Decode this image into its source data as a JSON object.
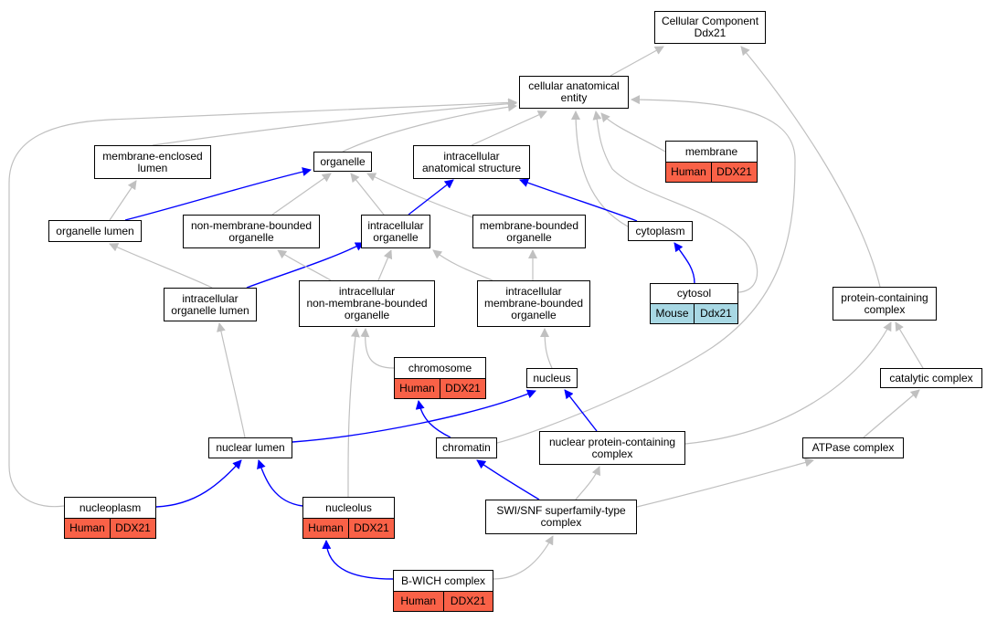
{
  "colors": {
    "gray_edge": "#c0c0c0",
    "blue_edge": "#0000ff",
    "human_bg": "#f96147",
    "mouse_bg": "#a8d8e4"
  },
  "nodes": {
    "root": {
      "label": "Cellular Component\nDdx21"
    },
    "cae": {
      "label": "cellular anatomical\nentity"
    },
    "mel": {
      "label": "membrane-enclosed\nlumen"
    },
    "organelle": {
      "label": "organelle"
    },
    "ias": {
      "label": "intracellular\nanatomical structure"
    },
    "membrane": {
      "label": "membrane",
      "tags": [
        "Human",
        "DDX21"
      ],
      "tag_color": "human"
    },
    "ol": {
      "label": "organelle lumen"
    },
    "nmbo": {
      "label": "non-membrane-bounded\norganelle"
    },
    "io": {
      "label": "intracellular\norganelle"
    },
    "mbo": {
      "label": "membrane-bounded\norganelle"
    },
    "cytoplasm": {
      "label": "cytoplasm"
    },
    "iol": {
      "label": "intracellular\norganelle lumen"
    },
    "inmbo": {
      "label": "intracellular\nnon-membrane-bounded\norganelle"
    },
    "imbo": {
      "label": "intracellular\nmembrane-bounded\norganelle"
    },
    "cytosol": {
      "label": "cytosol",
      "tags": [
        "Mouse",
        "Ddx21"
      ],
      "tag_color": "mouse"
    },
    "pcc": {
      "label": "protein-containing\ncomplex"
    },
    "chromosome": {
      "label": "chromosome",
      "tags": [
        "Human",
        "DDX21"
      ],
      "tag_color": "human"
    },
    "nucleus": {
      "label": "nucleus"
    },
    "catalytic": {
      "label": "catalytic complex"
    },
    "nl": {
      "label": "nuclear lumen"
    },
    "chromatin": {
      "label": "chromatin"
    },
    "npcc": {
      "label": "nuclear protein-containing\ncomplex"
    },
    "atpase": {
      "label": "ATPase complex"
    },
    "nucleoplasm": {
      "label": "nucleoplasm",
      "tags": [
        "Human",
        "DDX21"
      ],
      "tag_color": "human"
    },
    "nucleolus": {
      "label": "nucleolus",
      "tags": [
        "Human",
        "DDX21"
      ],
      "tag_color": "human"
    },
    "swisnf": {
      "label": "SWI/SNF superfamily-type\ncomplex"
    },
    "bwich": {
      "label": "B-WICH complex",
      "tags": [
        "Human",
        "DDX21"
      ],
      "tag_color": "human"
    }
  },
  "edges": [
    {
      "from": "cae",
      "to": "root",
      "color": "gray"
    },
    {
      "from": "pcc",
      "to": "root",
      "color": "gray"
    },
    {
      "from": "mel",
      "to": "cae",
      "color": "gray"
    },
    {
      "from": "organelle",
      "to": "cae",
      "color": "gray"
    },
    {
      "from": "ias",
      "to": "cae",
      "color": "gray"
    },
    {
      "from": "membrane",
      "to": "cae",
      "color": "gray"
    },
    {
      "from": "cytoplasm",
      "to": "cae",
      "color": "gray"
    },
    {
      "from": "cytosol",
      "to": "cae",
      "color": "gray"
    },
    {
      "from": "chromatin",
      "to": "cae",
      "color": "gray"
    },
    {
      "from": "nucleoplasm",
      "to": "cae",
      "color": "gray"
    },
    {
      "from": "ol",
      "to": "mel",
      "color": "gray"
    },
    {
      "from": "ol",
      "to": "organelle",
      "color": "blue"
    },
    {
      "from": "nmbo",
      "to": "organelle",
      "color": "gray"
    },
    {
      "from": "io",
      "to": "organelle",
      "color": "gray"
    },
    {
      "from": "mbo",
      "to": "organelle",
      "color": "gray"
    },
    {
      "from": "io",
      "to": "ias",
      "color": "blue"
    },
    {
      "from": "cytoplasm",
      "to": "ias",
      "color": "blue"
    },
    {
      "from": "iol",
      "to": "ol",
      "color": "gray"
    },
    {
      "from": "iol",
      "to": "io",
      "color": "blue"
    },
    {
      "from": "inmbo",
      "to": "nmbo",
      "color": "gray"
    },
    {
      "from": "inmbo",
      "to": "io",
      "color": "gray"
    },
    {
      "from": "imbo",
      "to": "io",
      "color": "gray"
    },
    {
      "from": "imbo",
      "to": "mbo",
      "color": "gray"
    },
    {
      "from": "cytosol",
      "to": "cytoplasm",
      "color": "blue"
    },
    {
      "from": "chromosome",
      "to": "inmbo",
      "color": "gray"
    },
    {
      "from": "nucleolus",
      "to": "inmbo",
      "color": "gray"
    },
    {
      "from": "nucleus",
      "to": "imbo",
      "color": "gray"
    },
    {
      "from": "nl",
      "to": "iol",
      "color": "gray"
    },
    {
      "from": "nl",
      "to": "nucleus",
      "color": "blue"
    },
    {
      "from": "npcc",
      "to": "nucleus",
      "color": "blue"
    },
    {
      "from": "chromatin",
      "to": "chromosome",
      "color": "blue"
    },
    {
      "from": "npcc",
      "to": "pcc",
      "color": "gray"
    },
    {
      "from": "catalytic",
      "to": "pcc",
      "color": "gray"
    },
    {
      "from": "atpase",
      "to": "catalytic",
      "color": "gray"
    },
    {
      "from": "nucleoplasm",
      "to": "nl",
      "color": "blue"
    },
    {
      "from": "nucleolus",
      "to": "nl",
      "color": "blue"
    },
    {
      "from": "swisnf",
      "to": "chromatin",
      "color": "blue"
    },
    {
      "from": "swisnf",
      "to": "npcc",
      "color": "gray"
    },
    {
      "from": "swisnf",
      "to": "atpase",
      "color": "gray"
    },
    {
      "from": "bwich",
      "to": "nucleolus",
      "color": "blue"
    },
    {
      "from": "bwich",
      "to": "swisnf",
      "color": "gray"
    }
  ]
}
